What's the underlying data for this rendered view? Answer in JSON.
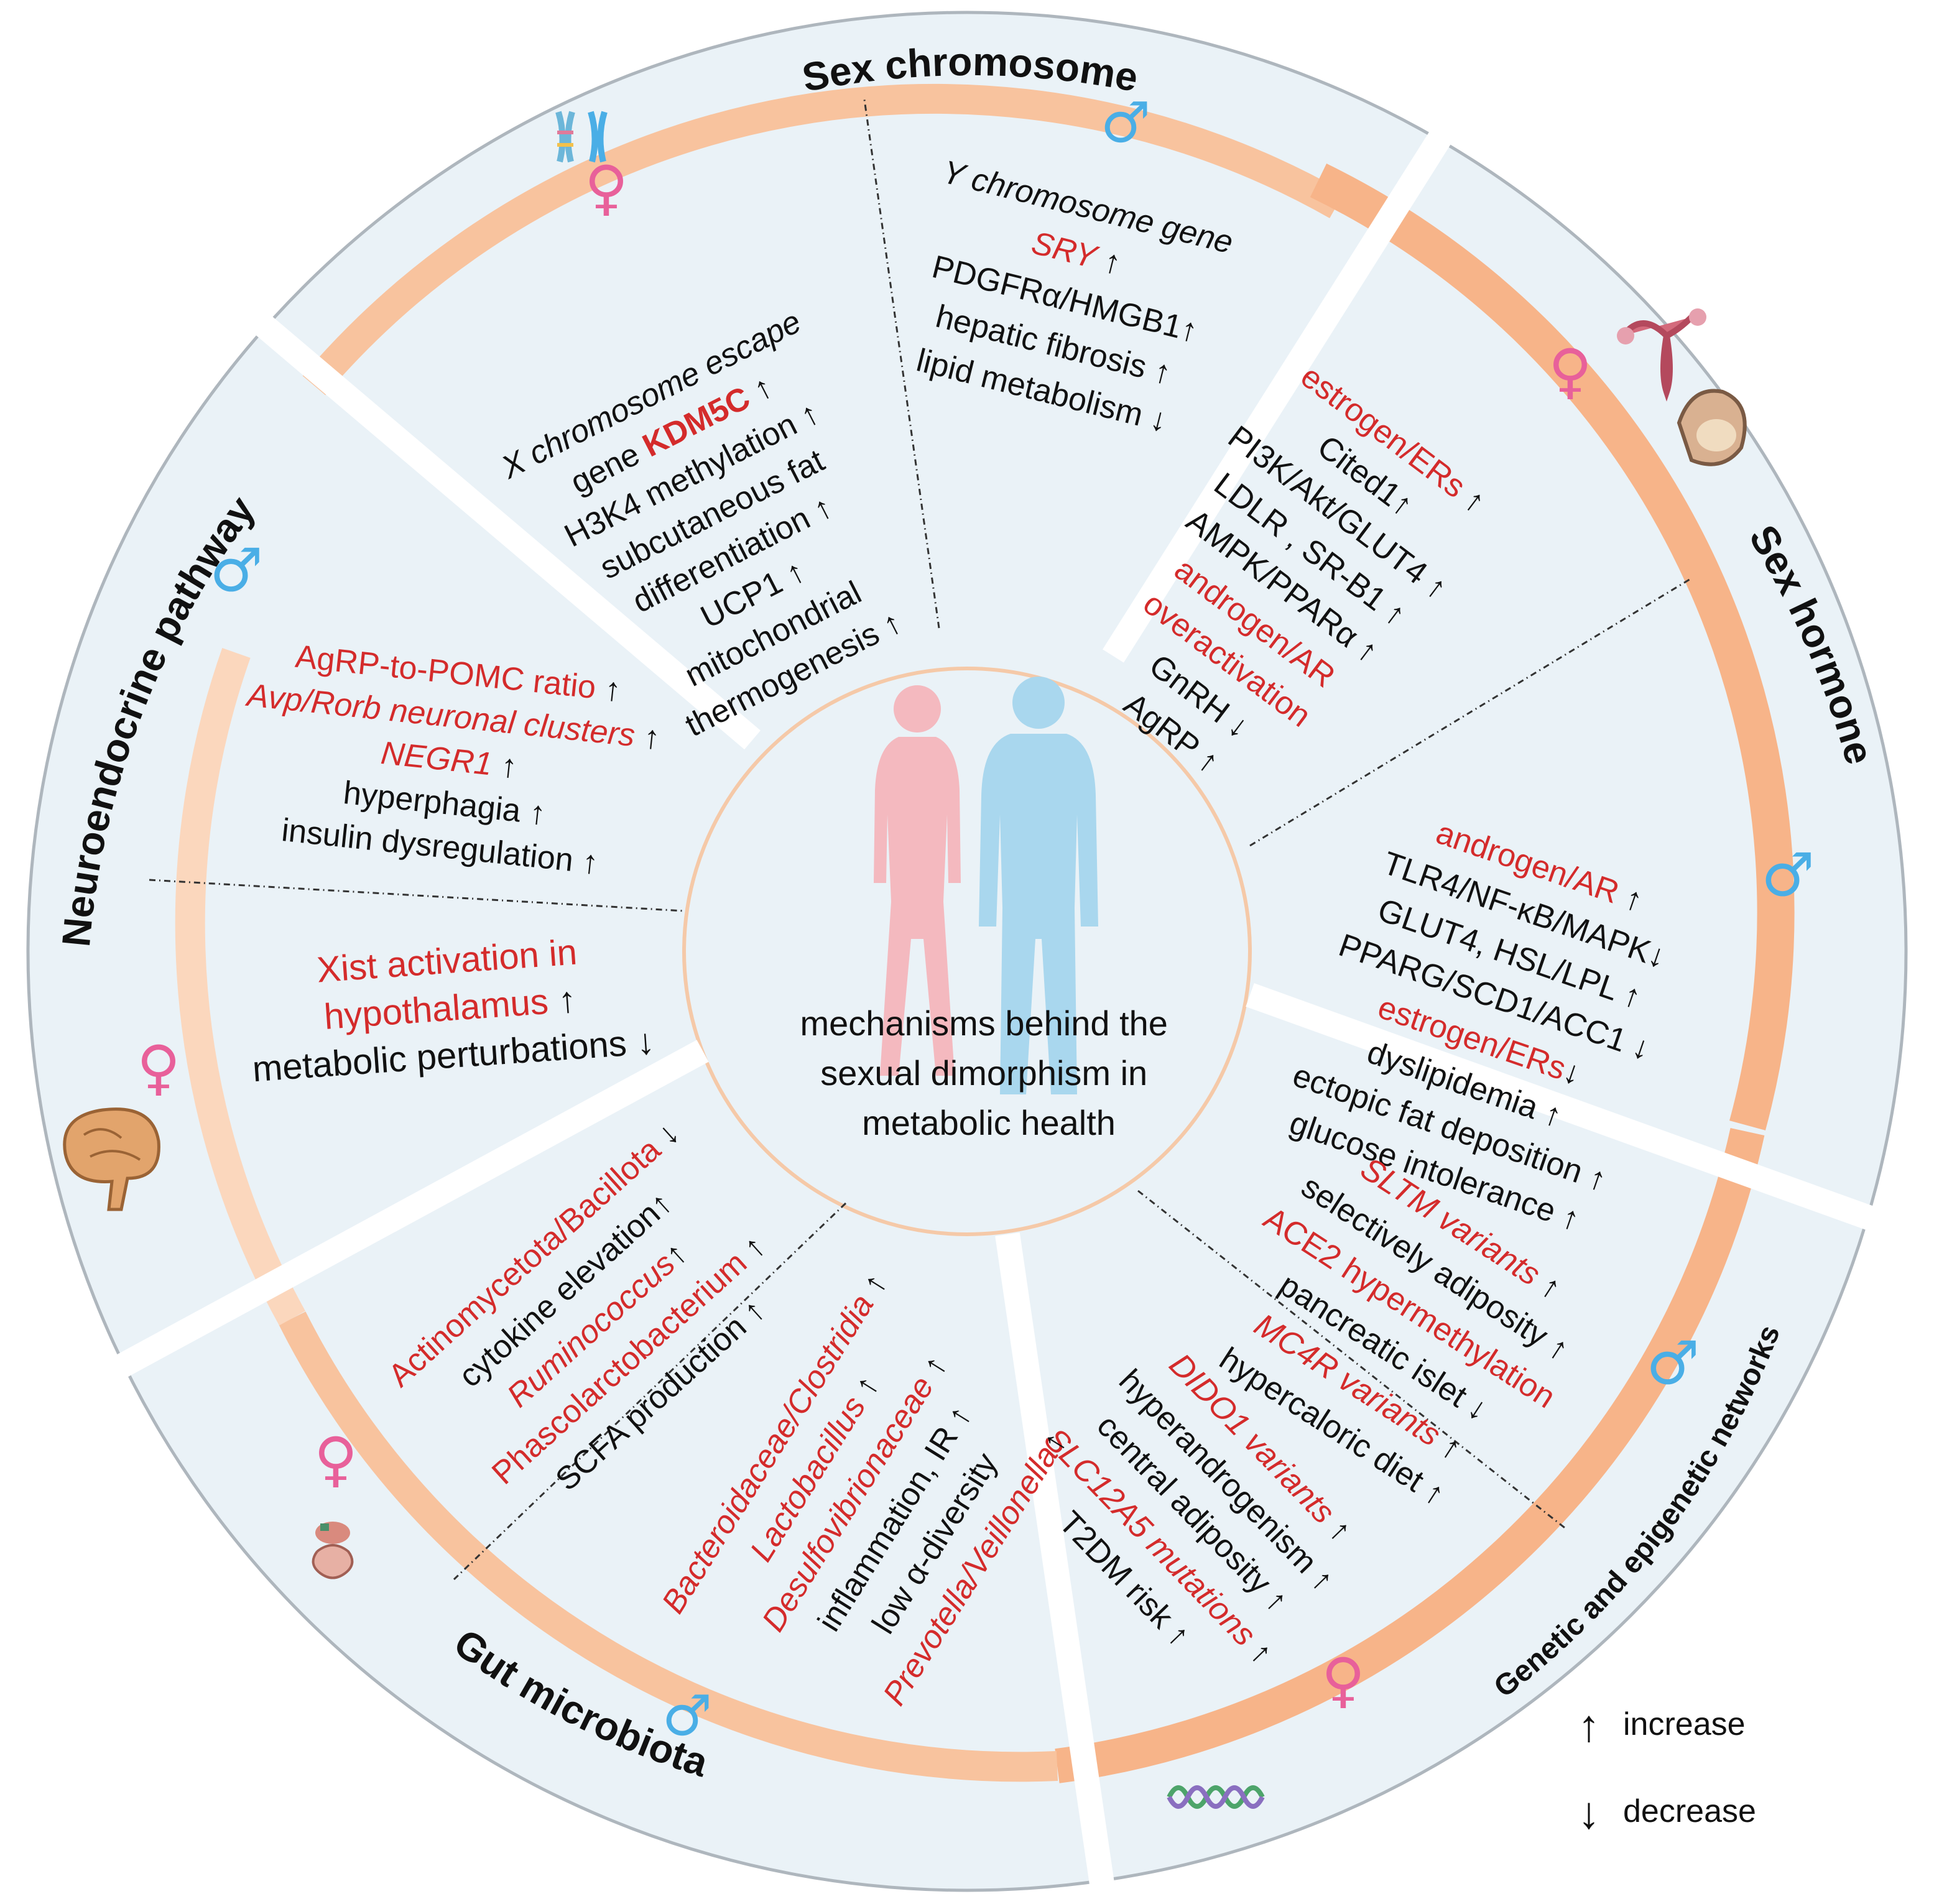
{
  "center": {
    "caption": [
      "mechanisms behind the",
      "sexual dimorphism in",
      "metabolic health"
    ]
  },
  "sectors": {
    "sex_chromosome": {
      "title": "Sex chromosome",
      "female_panel": {
        "symbol": "♀",
        "lines": [
          {
            "pre": "X chromosome escape",
            "pre_style": "italic"
          },
          {
            "pre": "gene ",
            "red": "KDM5C",
            "post": " ↑",
            "red_style": "bold"
          },
          {
            "pre": "H3K4 methylation ↑"
          },
          {
            "pre": "subcutaneous fat"
          },
          {
            "pre": "differentiation ↑"
          },
          {
            "pre": "UCP1 ↑"
          },
          {
            "pre": "mitochondrial"
          },
          {
            "pre": "thermogenesis ↑"
          }
        ]
      },
      "male_panel": {
        "symbol": "♂",
        "lines": [
          {
            "pre": "Y chromosome gene",
            "pre_style": "italic"
          },
          {
            "red": "SRY",
            "post": " ↑",
            "red_style": "italic"
          },
          {
            "pre": "PDGFRα/HMGB1↑"
          },
          {
            "pre": "hepatic fibrosis ↑"
          },
          {
            "pre": "lipid metabolism ↓"
          }
        ]
      }
    },
    "sex_hormone": {
      "title": "Sex hormone",
      "female_panel": {
        "symbol": "♀",
        "lines": [
          {
            "red": "estrogen/ERs",
            "post": " ↑"
          },
          {
            "pre": "Cited1↑"
          },
          {
            "pre": "PI3K/Akt/GLUT4 ↑"
          },
          {
            "pre": "LDLR , SR-B1 ↑"
          },
          {
            "pre": "AMPK/PPARα ↑"
          },
          {
            "red": "androgen/AR"
          },
          {
            "red": "overactivation"
          },
          {
            "pre": "GnRH ↓"
          },
          {
            "pre": "AgRP ↑"
          }
        ]
      },
      "male_panel": {
        "symbol": "♂",
        "lines": [
          {
            "red": "androgen/AR",
            "post": " ↑"
          },
          {
            "pre": "TLR4/NF-κB/MAPK↓"
          },
          {
            "pre": "GLUT4, HSL/LPL ↑"
          },
          {
            "pre": "PPARG/SCD1/ACC1 ↓"
          },
          {
            "red": "estrogen/ERs",
            "post": "↓"
          },
          {
            "pre": "dyslipidemia ↑"
          },
          {
            "pre": "ectopic fat deposition ↑"
          },
          {
            "pre": "glucose intolerance ↑"
          }
        ]
      }
    },
    "genetic": {
      "title": "Genetic and epigenetic networks",
      "male_panel": {
        "symbol": "♂",
        "lines": [
          {
            "red": "SLTM variants",
            "post": " ↑",
            "red_style": "italic"
          },
          {
            "pre": "selectively adiposity ↑"
          },
          {
            "red": "ACE2 hypermethylation"
          },
          {
            "pre": "pancreatic islet ↓"
          },
          {
            "red": "MC4R variants",
            "post": " ↑",
            "red_style": "italic"
          },
          {
            "pre": "hypercaloric diet ↑"
          }
        ]
      },
      "female_panel": {
        "symbol": "♀",
        "lines": [
          {
            "red": "DIDO1 variants",
            "post": " ↑",
            "red_style": "italic"
          },
          {
            "pre": "hyperandrogenism ↑"
          },
          {
            "pre": "central adiposity ↑"
          },
          {
            "red": "SLC12A5 mutations",
            "post": " ↑",
            "red_style": "italic"
          },
          {
            "pre": "T2DM risk ↑"
          }
        ]
      }
    },
    "gut": {
      "title": "Gut microbiota",
      "male_panel": {
        "symbol": "♂",
        "lines": [
          {
            "red": "Bacteroidaceae/Clostridia",
            "post": " ↑",
            "red_style": "italic"
          },
          {
            "red": "Lactobacillus",
            "post": " ↑",
            "red_style": "italic"
          },
          {
            "red": "Desulfovibrionaceae",
            "post": " ↑",
            "red_style": "italic"
          },
          {
            "pre": "inflammation, IR ↑"
          },
          {
            "pre": "low α-diversity"
          },
          {
            "red": "Prevotella/Veillonella",
            "post": "↑",
            "red_style": "italic"
          }
        ]
      },
      "female_panel": {
        "symbol": "♀",
        "lines": [
          {
            "red": "Actinomycetota/Bacillota",
            "post": " ↓"
          },
          {
            "pre": "cytokine elevation↑"
          },
          {
            "red": "Ruminococcus",
            "post": "↑",
            "red_style": "italic"
          },
          {
            "red": "Phascolarctobacterium",
            "post": " ↑"
          },
          {
            "pre": "SCFA production ↑"
          }
        ]
      }
    },
    "neuro": {
      "title": "Neuroendocrine pathway",
      "male_panel": {
        "symbol": "♂",
        "lines": [
          {
            "red": "AgRP-to-POMC ratio",
            "post": " ↑"
          },
          {
            "red": "Avp/Rorb neuronal clusters",
            "post": " ↑",
            "red_style": "italic"
          },
          {
            "red": "NEGR1",
            "post": " ↑",
            "red_style": "italic"
          },
          {
            "pre": "hyperphagia ↑"
          },
          {
            "pre": "insulin dysregulation ↑"
          }
        ]
      },
      "female_panel": {
        "symbol": "♀",
        "lines": [
          {
            "red": "Xist activation in"
          },
          {
            "red": "hypothalamus",
            "post": " ↑"
          },
          {
            "pre": "metabolic perturbations ↓"
          }
        ]
      }
    }
  },
  "legend": {
    "increase_symbol": "↑",
    "increase_label": "increase",
    "decrease_symbol": "↓",
    "decrease_label": "decrease"
  },
  "colors": {
    "panel_fill": "#eaf2f7",
    "ring_band": "#f8c39e",
    "highlight": "#d42b2b",
    "female": "#e8609a",
    "male": "#4aaee6",
    "female_body": "#f4b9bf",
    "male_body": "#a9d7ee"
  }
}
